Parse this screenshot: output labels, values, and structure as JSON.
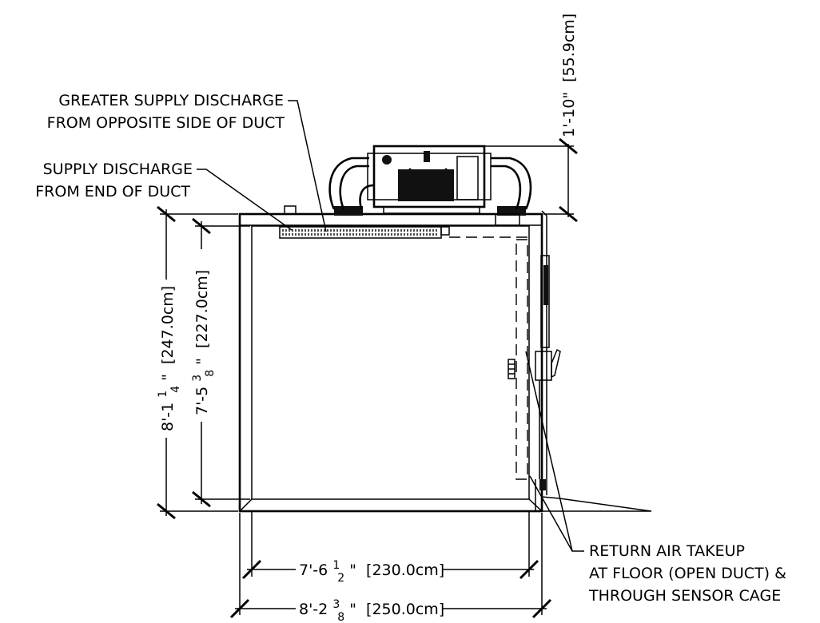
{
  "labels": {
    "greater_supply_line1": "GREATER SUPPLY DISCHARGE",
    "greater_supply_line2": "FROM OPPOSITE SIDE OF DUCT",
    "supply_end_line1": "SUPPLY DISCHARGE",
    "supply_end_line2": "FROM END OF DUCT",
    "return_air_line1": "RETURN AIR TAKEUP",
    "return_air_line2": "AT FLOOR (OPEN DUCT) &",
    "return_air_line3": "THROUGH SENSOR CAGE"
  },
  "dimensions": {
    "unit_height": {
      "ft_in": "1'-10\"",
      "metric": "[55.9cm]"
    },
    "outer_height": {
      "whole": "8'-1",
      "frac_num": "1",
      "frac_den": "4",
      "inch_mark": "\"",
      "metric": "[247.0cm]"
    },
    "inner_height": {
      "whole": "7'-5",
      "frac_num": "3",
      "frac_den": "8",
      "inch_mark": "\"",
      "metric": "[227.0cm]"
    },
    "inner_width": {
      "whole": "7'-6",
      "frac_num": "1",
      "frac_den": "2",
      "inch_mark": "\"",
      "metric": "[230.0cm]"
    },
    "outer_width": {
      "whole": "8'-2",
      "frac_num": "3",
      "frac_den": "8",
      "inch_mark": "\"",
      "metric": "[250.0cm]"
    }
  }
}
